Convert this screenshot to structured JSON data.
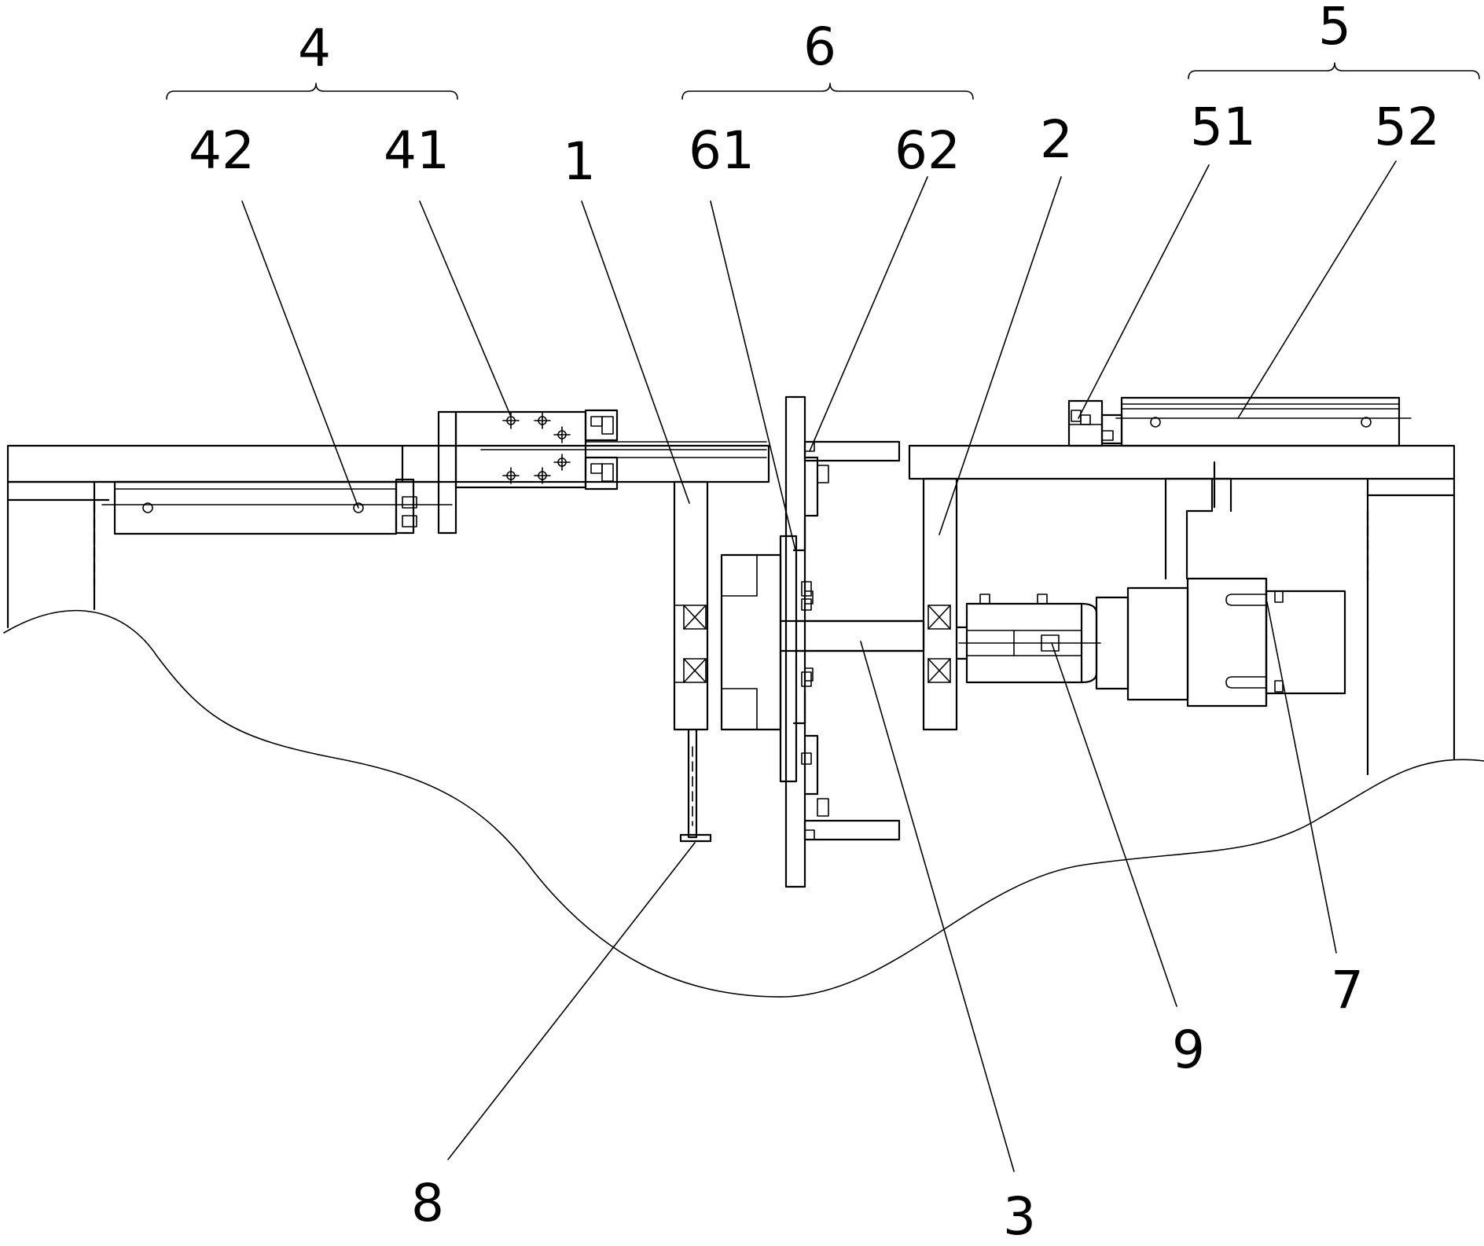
{
  "labels": {
    "g4": "4",
    "g6": "6",
    "g5": "5",
    "n42": "42",
    "n41": "41",
    "n1": "1",
    "n61": "61",
    "n62": "62",
    "n2": "2",
    "n51": "51",
    "n52": "52",
    "n8": "8",
    "n3": "3",
    "n9": "9",
    "n7": "7"
  }
}
